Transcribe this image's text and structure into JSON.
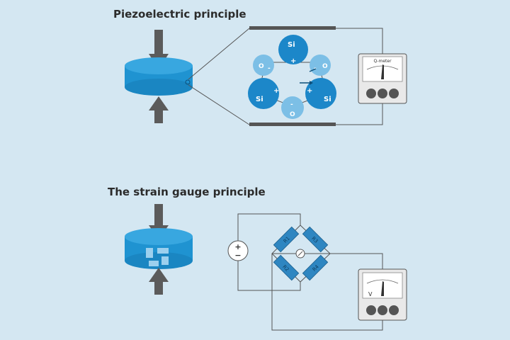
{
  "sections": {
    "piezo": {
      "title": "Piezoelectric principle",
      "atoms": {
        "si_label": "Si",
        "o_label": "O",
        "plus": "+",
        "minus": "-"
      },
      "meter_label": "Q-meter"
    },
    "strain": {
      "title": "The strain gauge principle",
      "resistors": [
        "R1",
        "R2",
        "R3",
        "R4"
      ],
      "source": {
        "plus": "+",
        "minus": "−"
      },
      "meter_label": "V"
    }
  },
  "colors": {
    "background": "#d4e7f2",
    "disk": "#1f93d1",
    "atom_dark": "#1c87c9",
    "atom_light": "#7cbfe6",
    "wire": "#555555",
    "arrow": "#5b5b5b",
    "resistor": "#2e86c1",
    "meter_case": "#e9e9e9",
    "meter_button": "#555555"
  },
  "icons": [
    "force-arrow-icon",
    "gauge-needle-icon",
    "voltage-source-icon"
  ]
}
